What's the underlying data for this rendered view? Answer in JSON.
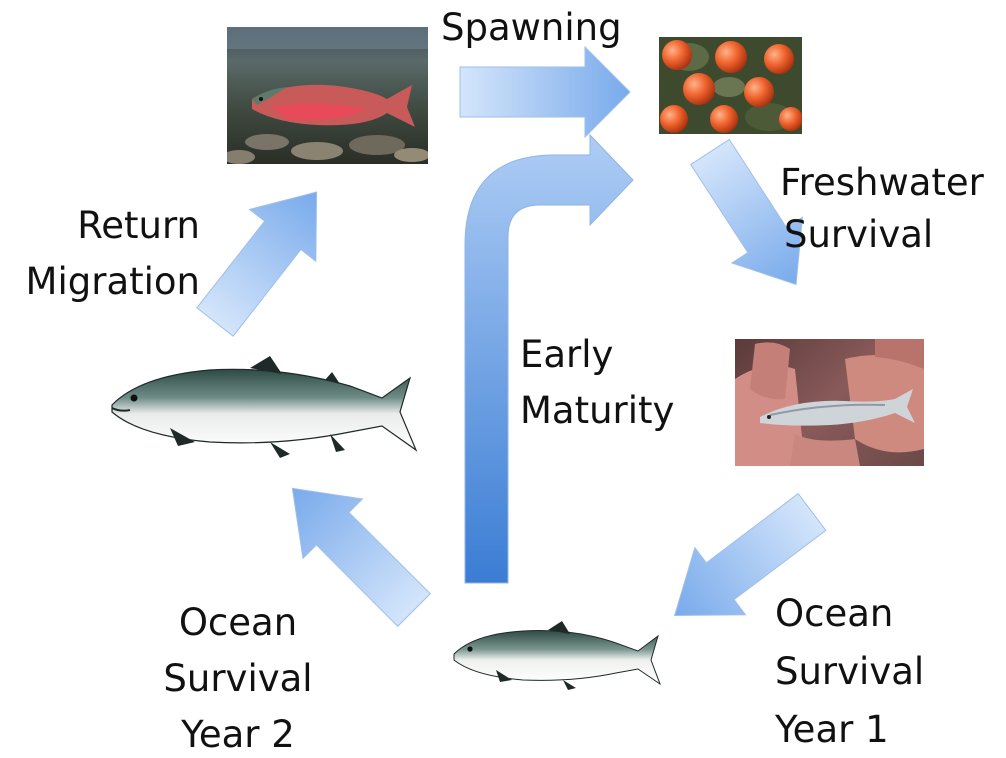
{
  "labels": {
    "spawning": "Spawning",
    "freshwater_survival_line1": "Freshwater",
    "freshwater_survival_line2": "Survival",
    "return_migration_line1": "Return",
    "return_migration_line2": "Migration",
    "early_maturity_line1": "Early",
    "early_maturity_line2": "Maturity",
    "ocean_year2_line1": "Ocean",
    "ocean_year2_line2": "Survival",
    "ocean_year2_line3": "Year 2",
    "ocean_year1_line1": "Ocean",
    "ocean_year1_line2": "Survival",
    "ocean_year1_line3": "Year 1"
  },
  "colors": {
    "arrow_light": "#d4e5fb",
    "arrow_mid": "#8db8ef",
    "arrow_dark": "#3b7dd4",
    "text": "#111111"
  }
}
